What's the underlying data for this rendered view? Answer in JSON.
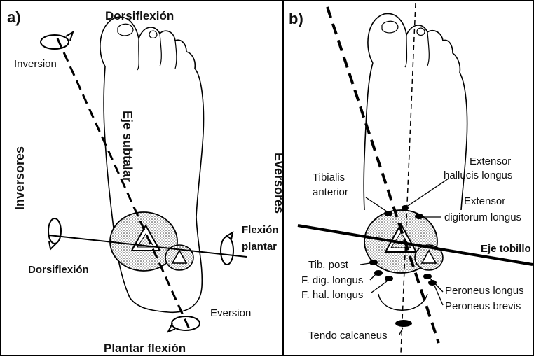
{
  "panel_a": {
    "letter": "a)",
    "top_label": "Dorsiflexión",
    "bottom_label": "Plantar flexión",
    "left_side_label": "Inversores",
    "right_side_label": "Eversores",
    "axis_label": "Eje subtalar",
    "inversion_label": "Inversion",
    "eversion_label": "Eversion",
    "dorsiflexion_left_label": "Dorsiflexión",
    "flexion_plantar_line1": "Flexión",
    "flexion_plantar_line2": "plantar"
  },
  "panel_b": {
    "letter": "b)",
    "axis_label": "Eje tobillo",
    "ext_hallucis_line1": "Extensor",
    "ext_hallucis_line2": "hallucis longus",
    "ext_digitorum_line1": "Extensor",
    "ext_digitorum_line2": "digitorum longus",
    "tibialis_line1": "Tibialis",
    "tibialis_line2": "anterior",
    "tib_post": "Tib. post",
    "f_dig_longus": "F. dig. longus",
    "f_hal_longus": "F. hal. longus",
    "peroneus_longus": "Peroneus longus",
    "peroneus_brevis": "Peroneus brevis",
    "tendo_calcaneus": "Tendo calcaneus"
  },
  "colors": {
    "border": "#000000",
    "line": "#000000",
    "background": "#ffffff"
  }
}
